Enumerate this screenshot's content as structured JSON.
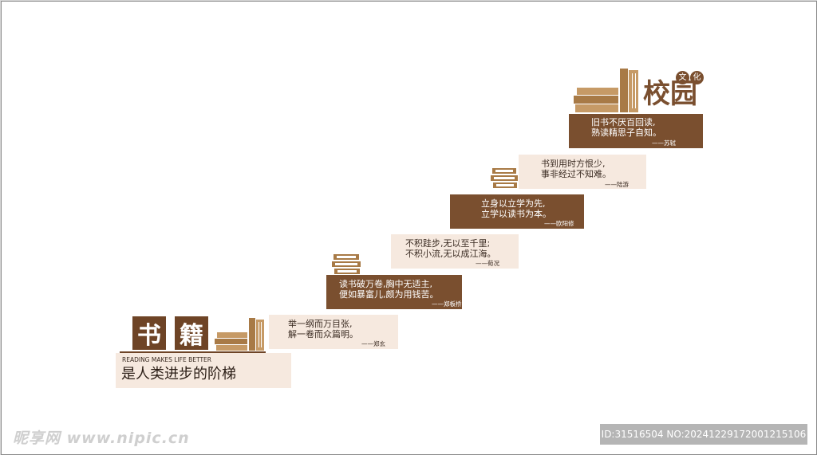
{
  "campus": {
    "title_big": "校园",
    "title_small_1": "文",
    "title_small_2": "化"
  },
  "quotes": [
    {
      "line1": "旧书不厌百回读,",
      "line2": "熟读精思子自知。",
      "author": "——苏轼"
    },
    {
      "line1": "书到用时方恨少,",
      "line2": "事非经过不知难。",
      "author": "——陆游"
    },
    {
      "line1": "立身以立学为先,",
      "line2": "立学以读书为本。",
      "author": "——欧阳修"
    },
    {
      "line1": "不积跬步,无以至千里;",
      "line2": "不积小流,无以成江海。",
      "author": "——荀况"
    },
    {
      "line1": "读书破万卷,胸中无适主,",
      "line2": "便如暴富儿,颇为用钱苦。",
      "author": "——郑板桥"
    },
    {
      "line1": "举一纲而万目张,",
      "line2": "解一卷而众篇明。",
      "author": "——郑玄"
    }
  ],
  "books_block": {
    "char1": "书",
    "char2": "籍",
    "subtitle_en": "READING MAKES LIFE BETTER",
    "subtitle_cn": "是人类进步的阶梯"
  },
  "watermark": {
    "site": "昵享网 www.nipic.cn",
    "id_text": "ID:31516504 NO:20241229172001215106"
  },
  "colors": {
    "dark_brown": "#7a4f2f",
    "light_beige": "#f6e9df",
    "book_tan": "#c69a66"
  }
}
